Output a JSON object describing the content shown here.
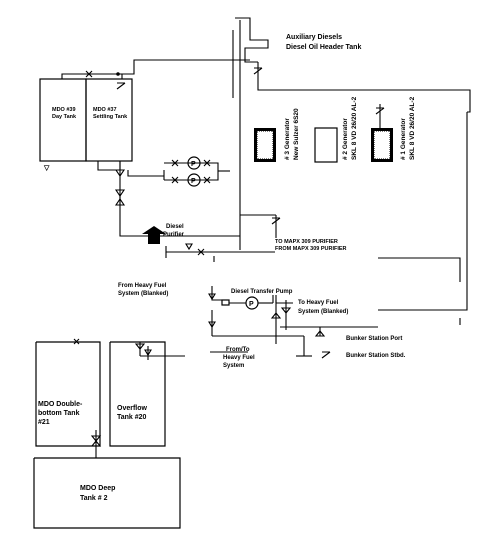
{
  "labels": {
    "aux_tank_title_line1": "Auxiliary Diesels",
    "aux_tank_title_line2": "Diesel Oil Header Tank",
    "mdo_day_tank_line1": "MDO #39",
    "mdo_day_tank_line2": "Day Tank",
    "mdo_settling_tank_line1": "MDO #37",
    "mdo_settling_tank_line2": "Settling Tank",
    "generator3_line1": "# 3 Generator",
    "generator3_line2": "New Sulzer 6S20",
    "generator2_line1": "# 2 Generator",
    "generator2_line2": "SKL 8 VD 26/20 AL-2",
    "generator1_line1": "# 1 Generator",
    "generator1_line2": "SKL 8 VD 26/20 AL-2",
    "diesel_purifier_line1": "Diesel",
    "diesel_purifier_line2": "Purifier",
    "to_purifier": "TO MAPX 309 PURIFIER",
    "from_purifier": "FROM MAPX 309 PURIFIER",
    "from_hfo_line1": "From Heavy Fuel",
    "from_hfo_line2": "System (Blanked)",
    "transfer_pump": "Diesel Transfer Pump",
    "pump_symbol": "P",
    "to_hfo_line1": "To Heavy Fuel",
    "to_hfo_line2": "System (Blanked)",
    "bunker_port": "Bunker Station Port",
    "bunker_stbd": "Bunker Station Stbd.",
    "from_to_hfo_line1": "From/To",
    "from_to_hfo_line2": "Heavy Fuel",
    "from_to_hfo_line3": "System",
    "double_bottom_line1": "MDO Double-",
    "double_bottom_line2": "bottom Tank",
    "double_bottom_line3": "#21",
    "overflow_line1": "Overflow",
    "overflow_line2": "Tank #20",
    "deep_tank_line1": "MDO Deep",
    "deep_tank_line2": "Tank # 2"
  }
}
